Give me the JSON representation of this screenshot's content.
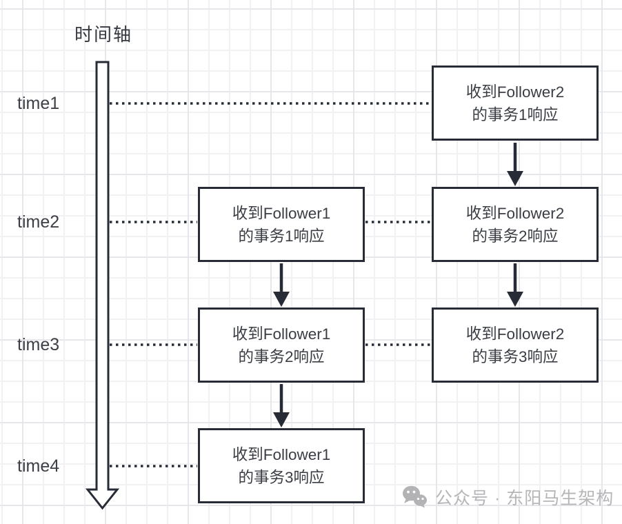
{
  "diagram": {
    "axis_title": "时间轴",
    "time_labels": [
      "time1",
      "time2",
      "time3",
      "time4"
    ],
    "boxes": [
      {
        "id": "follower2-txn1-response",
        "row": "time1",
        "column": "right",
        "label": "收到Follower2\n的事务1响应"
      },
      {
        "id": "follower1-txn1-response",
        "row": "time2",
        "column": "middle",
        "label": "收到Follower1\n的事务1响应"
      },
      {
        "id": "follower2-txn2-response",
        "row": "time2",
        "column": "right",
        "label": "收到Follower2\n的事务2响应"
      },
      {
        "id": "follower1-txn2-response",
        "row": "time3",
        "column": "middle",
        "label": "收到Follower1\n的事务2响应"
      },
      {
        "id": "follower2-txn3-response",
        "row": "time3",
        "column": "right",
        "label": "收到Follower2\n的事务3响应"
      },
      {
        "id": "follower1-txn3-response",
        "row": "time4",
        "column": "middle",
        "label": "收到Follower1\n的事务3响应"
      }
    ],
    "connections": [
      {
        "from": "follower2-txn1-response",
        "to": "follower2-txn2-response",
        "type": "arrow-down"
      },
      {
        "from": "follower1-txn1-response",
        "to": "follower1-txn2-response",
        "type": "arrow-down"
      },
      {
        "from": "follower2-txn2-response",
        "to": "follower2-txn3-response",
        "type": "arrow-down"
      },
      {
        "from": "follower1-txn2-response",
        "to": "follower1-txn3-response",
        "type": "arrow-down"
      }
    ],
    "colors": {
      "stroke": "#262b36",
      "box_text": "#3a3d44",
      "grid_minor": "#f1f1f4",
      "grid_major": "#e7e7eb",
      "watermark": "#b6b6b8"
    }
  },
  "watermark": {
    "icon": "wechat-icon",
    "text": "公众号 · 东阳马生架构"
  }
}
